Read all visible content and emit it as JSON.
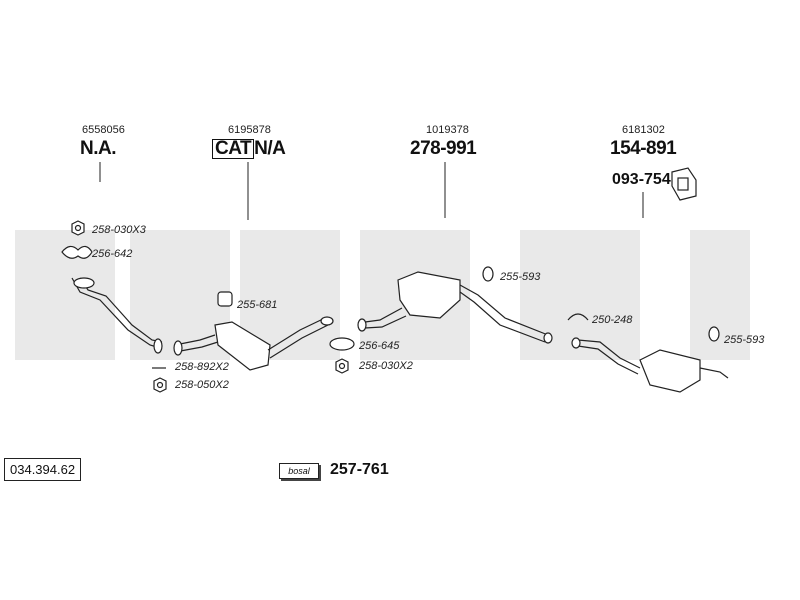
{
  "watermark": {
    "text": "bosal",
    "color": "#e6e6e6"
  },
  "oem_numbers": [
    "6558056",
    "6195878",
    "1019378",
    "6181302"
  ],
  "main_parts": {
    "front_pipe": "N.A.",
    "cat_label": "CAT",
    "cat_value": "N/A",
    "middle_silencer": "278-991",
    "rear_silencer": "154-891",
    "rear_bracket": "093-754"
  },
  "parts": {
    "nut_front": "258-030X3",
    "gasket_front": "256-642",
    "rubber_cat": "255-681",
    "bolt": "258-892X2",
    "nut_lower": "258-050X2",
    "gasket_mid": "256-645",
    "nut_mid": "258-030X2",
    "rubber_mid": "255-593",
    "clamp_rear": "250-248",
    "rubber_rear": "255-593"
  },
  "catalog_number": "034.394.62",
  "brand_badge": "bosal",
  "kit_number": "257-761"
}
